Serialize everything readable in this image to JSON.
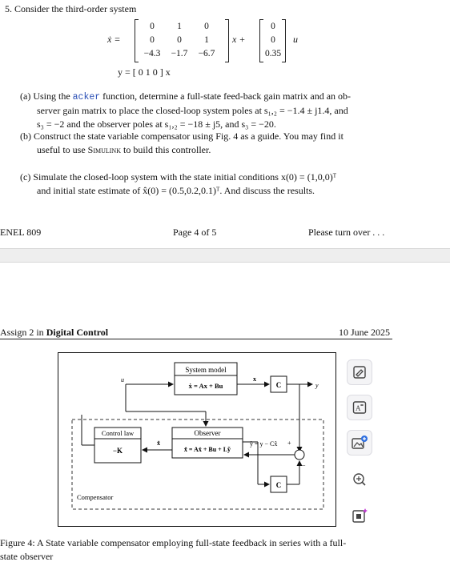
{
  "page1": {
    "problem_number": "5.",
    "intro": "Consider the third-order system",
    "state_eq_lhs": "ẋ =",
    "A_matrix": [
      [
        "0",
        "1",
        "0"
      ],
      [
        "0",
        "0",
        "1"
      ],
      [
        "−4.3",
        "−1.7",
        "−6.7"
      ]
    ],
    "x_plus": "x +",
    "B_matrix": [
      "0",
      "0",
      "0.35"
    ],
    "u_symbol": "u",
    "output_eq": "y = [ 0  1  0 ] x",
    "part_a_prefix": "(a) Using the",
    "part_a_code": "acker",
    "part_a_line1_rest": "function, determine a full-state feed-back gain matrix and an ob-",
    "part_a_line2": "server gain matrix to place the closed-loop system poles at s₁,₂ = −1.4 ± j1.4, and",
    "part_a_line3": "s₃ = −2 and the observer poles at s₁,₂ = −18 ± j5, and s₃ = −20.",
    "part_b_line1": "(b) Construct the state variable compensator using Fig. 4 as a guide. You may find it",
    "part_b_line2_pre": "useful to use",
    "part_b_simulink": "Simulink",
    "part_b_line2_post": "to build this controller.",
    "part_c_line1": "(c) Simulate the closed-loop system with the state initial conditions x(0) = (1,0,0)ᵀ",
    "part_c_line2": "and initial state estimate of x̂(0) = (0.5,0.2,0.1)ᵀ. And discuss the results.",
    "footer_left": "ENEL 809",
    "footer_center": "Page 4 of 5",
    "footer_right": "Please turn over . . ."
  },
  "page2": {
    "header_left_pre": "Assign 2 in",
    "header_left_bold": "Digital Control",
    "header_right": "10 June 2025",
    "caption_line1": "Figure 4:  A State variable compensator employing full-state feedback in series with a full-",
    "caption_line2": "state observer"
  },
  "diagram": {
    "system_model_title": "System model",
    "system_model_eq": "ẋ = Ax + Bu",
    "observer_title": "Observer",
    "observer_eq": "x̂̇ = Ax̂ + Bu + Lỹ",
    "control_law_title": "Control law",
    "control_law_gain": "−K",
    "C_block": "C",
    "compensator_label": "Compensator",
    "u_label": "u",
    "x_label": "x",
    "y_label": "y",
    "xhat_label": "x̂",
    "ytilde_label": "ỹ = y − Cx̂",
    "plus_sign": "+",
    "minus_sign": "−"
  },
  "sidebar_tools": [
    {
      "name": "draw-icon"
    },
    {
      "name": "translate-icon"
    },
    {
      "name": "ai-image-icon"
    },
    {
      "name": "zoom-in-icon"
    },
    {
      "name": "scan-icon"
    }
  ]
}
